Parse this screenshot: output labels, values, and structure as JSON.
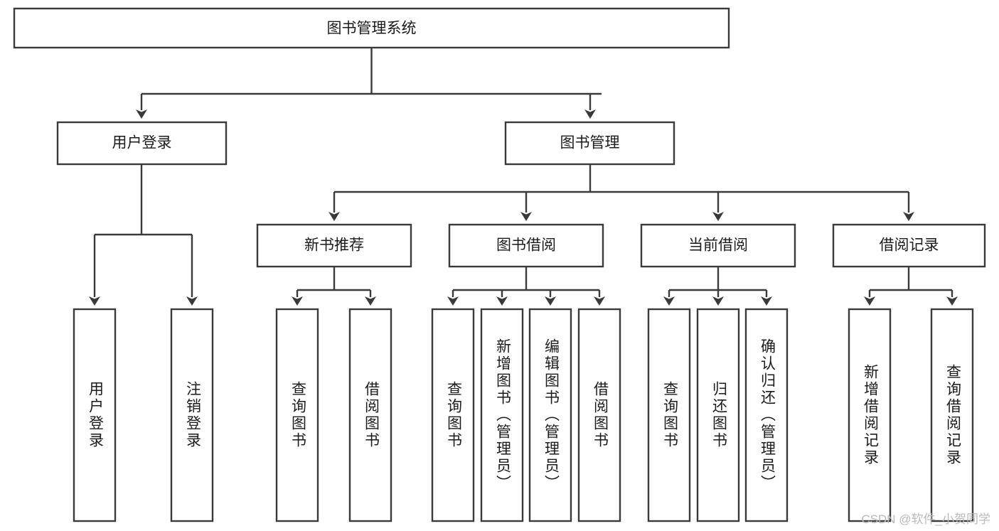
{
  "diagram": {
    "title": "图书管理系统",
    "type": "tree",
    "root": {
      "id": "root",
      "label": "图书管理系统",
      "orientation": "horizontal"
    },
    "level2": [
      {
        "id": "user-login",
        "label": "用户登录",
        "orientation": "horizontal"
      },
      {
        "id": "book-manage",
        "label": "图书管理",
        "orientation": "horizontal"
      }
    ],
    "level3": [
      {
        "id": "new-book-recommend",
        "label": "新书推荐",
        "orientation": "horizontal",
        "parent": "book-manage"
      },
      {
        "id": "book-borrow",
        "label": "图书借阅",
        "orientation": "horizontal",
        "parent": "book-manage"
      },
      {
        "id": "current-borrow",
        "label": "当前借阅",
        "orientation": "horizontal",
        "parent": "book-manage"
      },
      {
        "id": "borrow-record",
        "label": "借阅记录",
        "orientation": "horizontal",
        "parent": "book-manage"
      }
    ],
    "leaves": [
      {
        "id": "leaf-user-login",
        "label": "用户登录",
        "orientation": "vertical",
        "parent": "user-login"
      },
      {
        "id": "leaf-user-logout",
        "label": "注销登录",
        "orientation": "vertical",
        "parent": "user-login"
      },
      {
        "id": "leaf-query-book-1",
        "label": "查询图书",
        "orientation": "vertical",
        "parent": "new-book-recommend"
      },
      {
        "id": "leaf-borrow-book-1",
        "label": "借阅图书",
        "orientation": "vertical",
        "parent": "new-book-recommend"
      },
      {
        "id": "leaf-query-book-2",
        "label": "查询图书",
        "orientation": "vertical",
        "parent": "book-borrow"
      },
      {
        "id": "leaf-add-book",
        "label": "新增图书（管理员）",
        "orientation": "vertical",
        "parent": "book-borrow"
      },
      {
        "id": "leaf-edit-book",
        "label": "编辑图书（管理员）",
        "orientation": "vertical",
        "parent": "book-borrow"
      },
      {
        "id": "leaf-borrow-book-2",
        "label": "借阅图书",
        "orientation": "vertical",
        "parent": "book-borrow"
      },
      {
        "id": "leaf-query-book-3",
        "label": "查询图书",
        "orientation": "vertical",
        "parent": "current-borrow"
      },
      {
        "id": "leaf-return-book",
        "label": "归还图书",
        "orientation": "vertical",
        "parent": "current-borrow"
      },
      {
        "id": "leaf-confirm-return",
        "label": "确认归还（管理员）",
        "orientation": "vertical",
        "parent": "current-borrow"
      },
      {
        "id": "leaf-add-record",
        "label": "新增借阅记录",
        "orientation": "vertical",
        "parent": "borrow-record"
      },
      {
        "id": "leaf-query-record",
        "label": "查询借阅记录",
        "orientation": "vertical",
        "parent": "borrow-record"
      }
    ]
  },
  "watermark": {
    "text": "CSDN @软件_小贺同学"
  },
  "colors": {
    "stroke": "#3a3a3a",
    "fill": "#ffffff",
    "text": "#1b1b1b",
    "watermark": "#b9b9b9"
  }
}
